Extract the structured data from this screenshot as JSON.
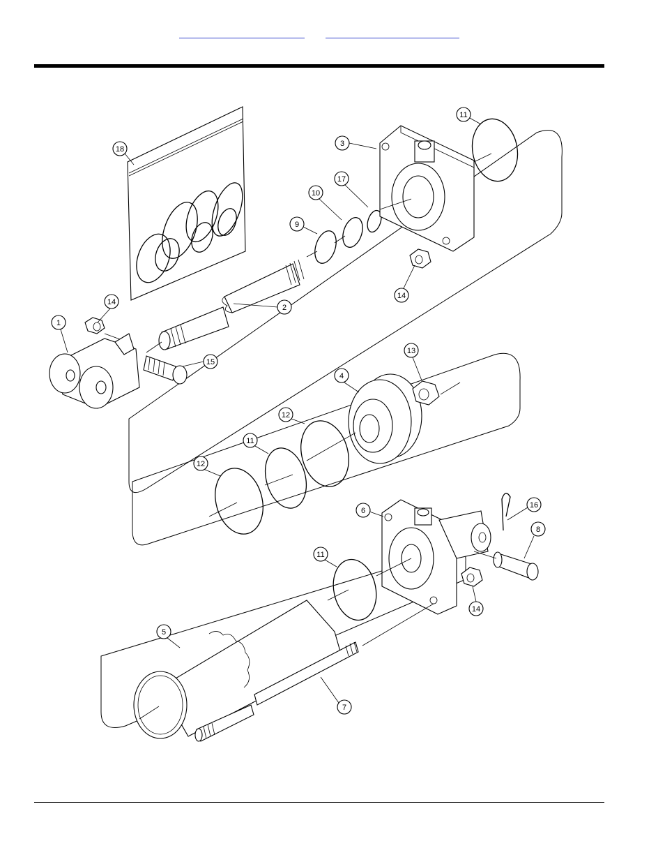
{
  "header": {
    "link_left": "",
    "link_right": ""
  },
  "diagram": {
    "callouts": [
      "1",
      "2",
      "3",
      "4",
      "5",
      "6",
      "7",
      "8",
      "9",
      "10",
      "11",
      "11",
      "11",
      "12",
      "12",
      "13",
      "14",
      "14",
      "14",
      "15",
      "16",
      "17",
      "18"
    ]
  }
}
